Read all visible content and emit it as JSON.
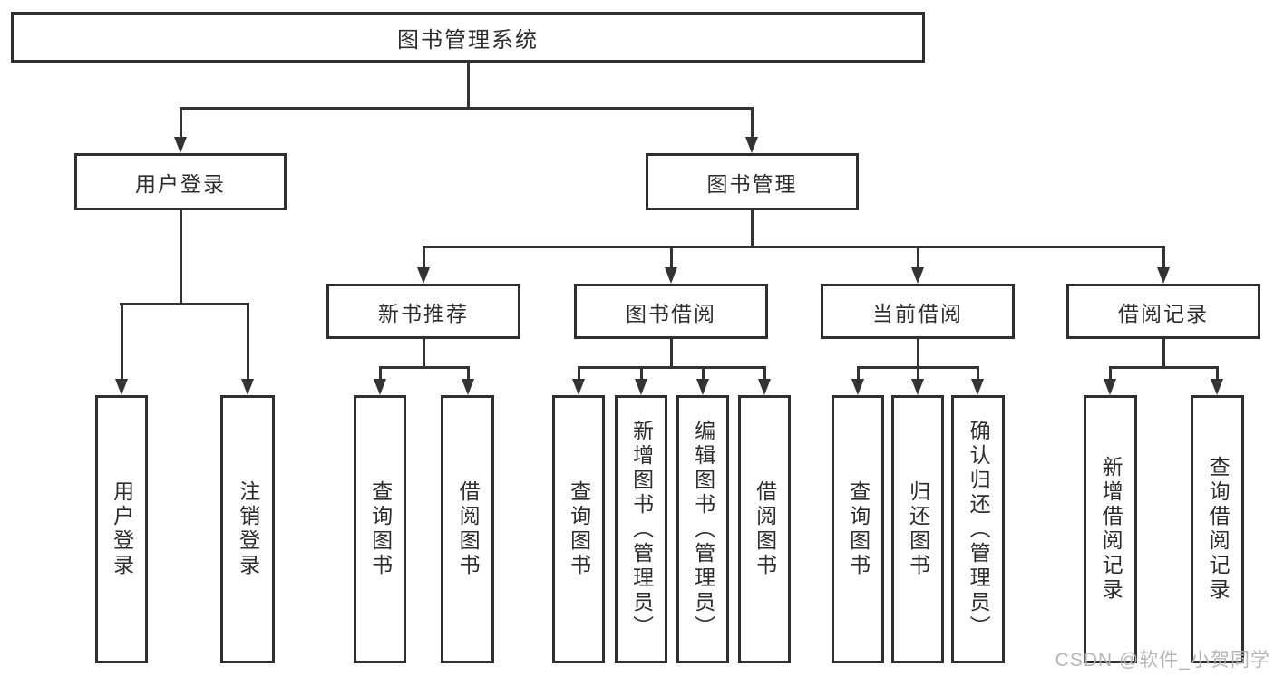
{
  "tree": {
    "root": "图书管理系统",
    "level2": [
      "用户登录",
      "图书管理"
    ],
    "level3": [
      "新书推荐",
      "图书借阅",
      "当前借阅",
      "借阅记录"
    ],
    "leaves_login": [
      "用户登录",
      "注销登录"
    ],
    "leaves_recommend": [
      "查询图书",
      "借阅图书"
    ],
    "leaves_borrow": [
      "查询图书",
      "新增图书（管理员）",
      "编辑图书（管理员）",
      "借阅图书"
    ],
    "leaves_current": [
      "查询图书",
      "归还图书",
      "确认归还（管理员）"
    ],
    "leaves_records": [
      "新增借阅记录",
      "查询借阅记录"
    ]
  },
  "watermark": "CSDN @软件_小贺同学",
  "colors": {
    "line": "#333333",
    "box_border": "#2f2f2f",
    "text": "#2d2d2d",
    "watermark": "#b2b2b2",
    "background": "#ffffff"
  }
}
